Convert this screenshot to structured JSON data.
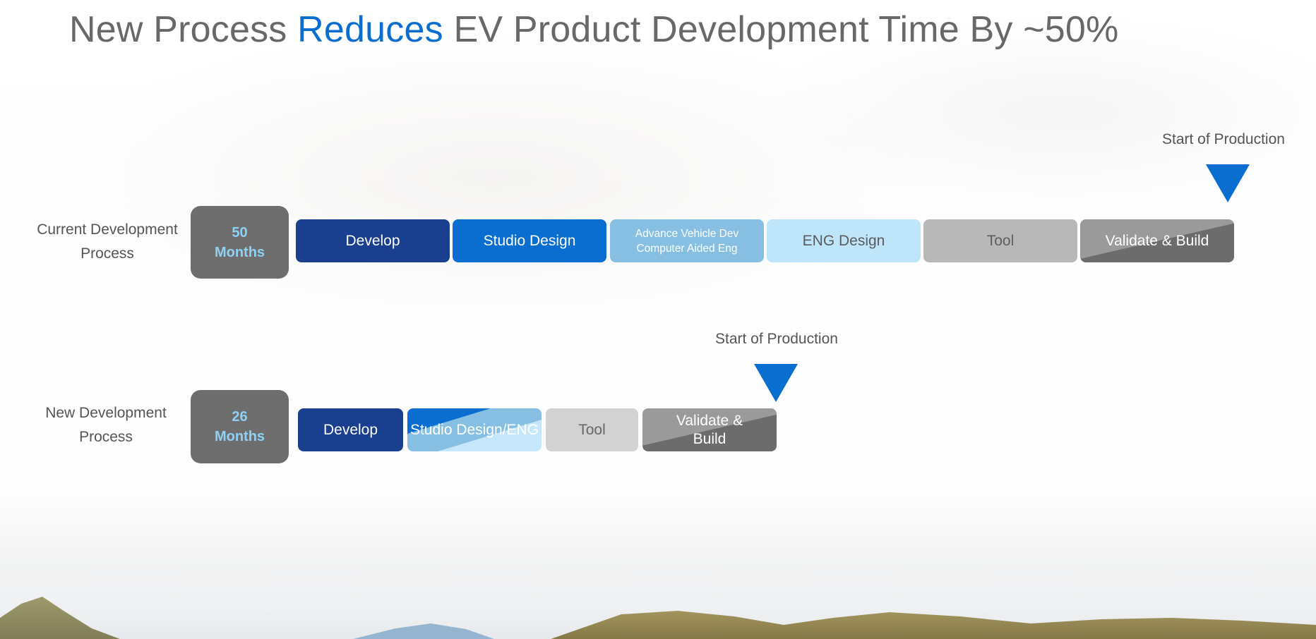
{
  "slide": {
    "title": {
      "part1": "New Process ",
      "accent": "Reduces",
      "part2": " EV Product Development Time By ~50%"
    },
    "colors": {
      "accent": "#0a6ed1",
      "develop": "#1b3f8f",
      "studio": "#0a6ed1",
      "advance": "#86bfe2",
      "eng": "#bfe5fb",
      "tool": "#b8b8b8",
      "validate": "#6c6c6c",
      "months_box": "#6e6e6e",
      "months_text": "#8fd0f5"
    }
  },
  "current": {
    "label_line1": "Current Development",
    "label_line2": "Process",
    "months_value": "50",
    "months_unit": "Months",
    "milestone": "Start of Production",
    "stages": [
      {
        "label": "Develop"
      },
      {
        "label": "Studio Design"
      },
      {
        "label_line1": "Advance Vehicle Dev",
        "label_line2": "Computer Aided Eng"
      },
      {
        "label": "ENG Design"
      },
      {
        "label": "Tool"
      },
      {
        "label": "Validate & Build"
      }
    ]
  },
  "new": {
    "label_line1": "New Development",
    "label_line2": "Process",
    "months_value": "26",
    "months_unit": "Months",
    "milestone": "Start of Production",
    "stages": [
      {
        "label": "Develop"
      },
      {
        "label": "Studio Design/ENG"
      },
      {
        "label": "Tool"
      },
      {
        "label_line1": "Validate &",
        "label_line2": "Build"
      }
    ]
  }
}
